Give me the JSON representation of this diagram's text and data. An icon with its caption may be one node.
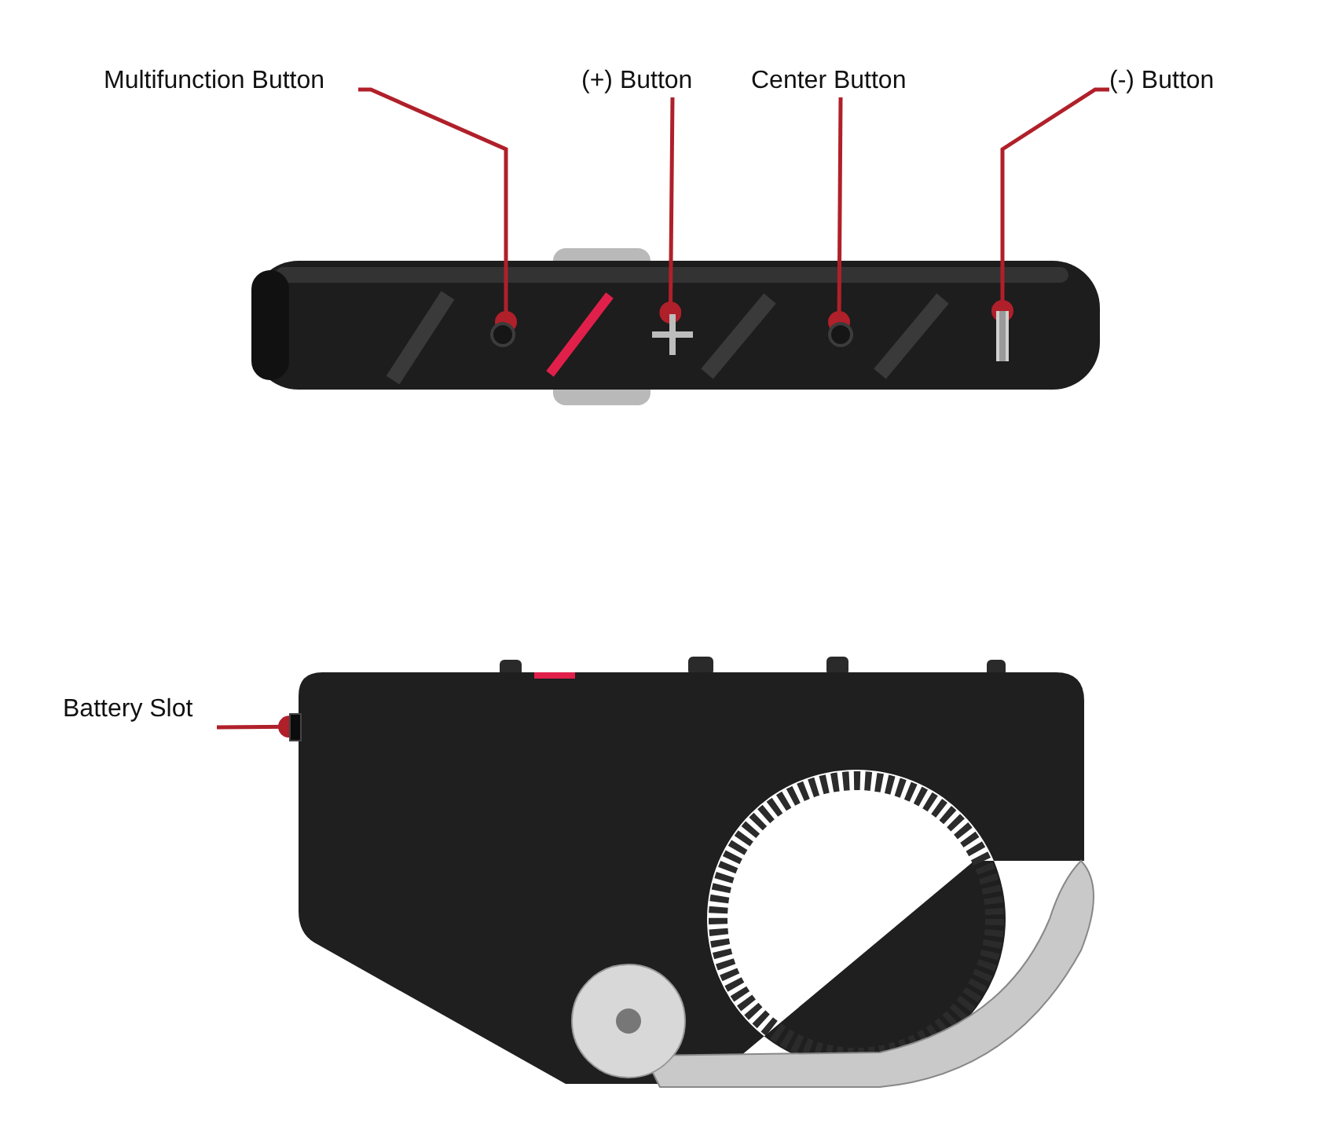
{
  "diagram": {
    "nodes": [
      {
        "text": [
          "Multifunction Button"
        ]
      },
      {
        "text": [
          "(+) Button"
        ]
      },
      {
        "text": [
          "Center Button"
        ]
      },
      {
        "text": [
          "(-) Button"
        ]
      },
      {
        "text": [
          "Battery Slot"
        ]
      },
      {
        "text": [],
        "shape": "circle"
      },
      {
        "text": [],
        "shape": "picture"
      },
      {
        "text": [],
        "shape": "circle"
      },
      {
        "text": [],
        "shape": "bar"
      },
      {
        "text": [],
        "shape": "box"
      }
    ],
    "edges": [
      {
        "from": 0,
        "to": 5,
        "arrow": "other"
      },
      {
        "from": 1,
        "to": 6,
        "arrow": "other"
      },
      {
        "from": 2,
        "to": 7,
        "arrow": "other"
      },
      {
        "from": 3,
        "to": 8,
        "arrow": "other"
      },
      {
        "from": 4,
        "to": 9,
        "arrow": "other"
      }
    ]
  }
}
